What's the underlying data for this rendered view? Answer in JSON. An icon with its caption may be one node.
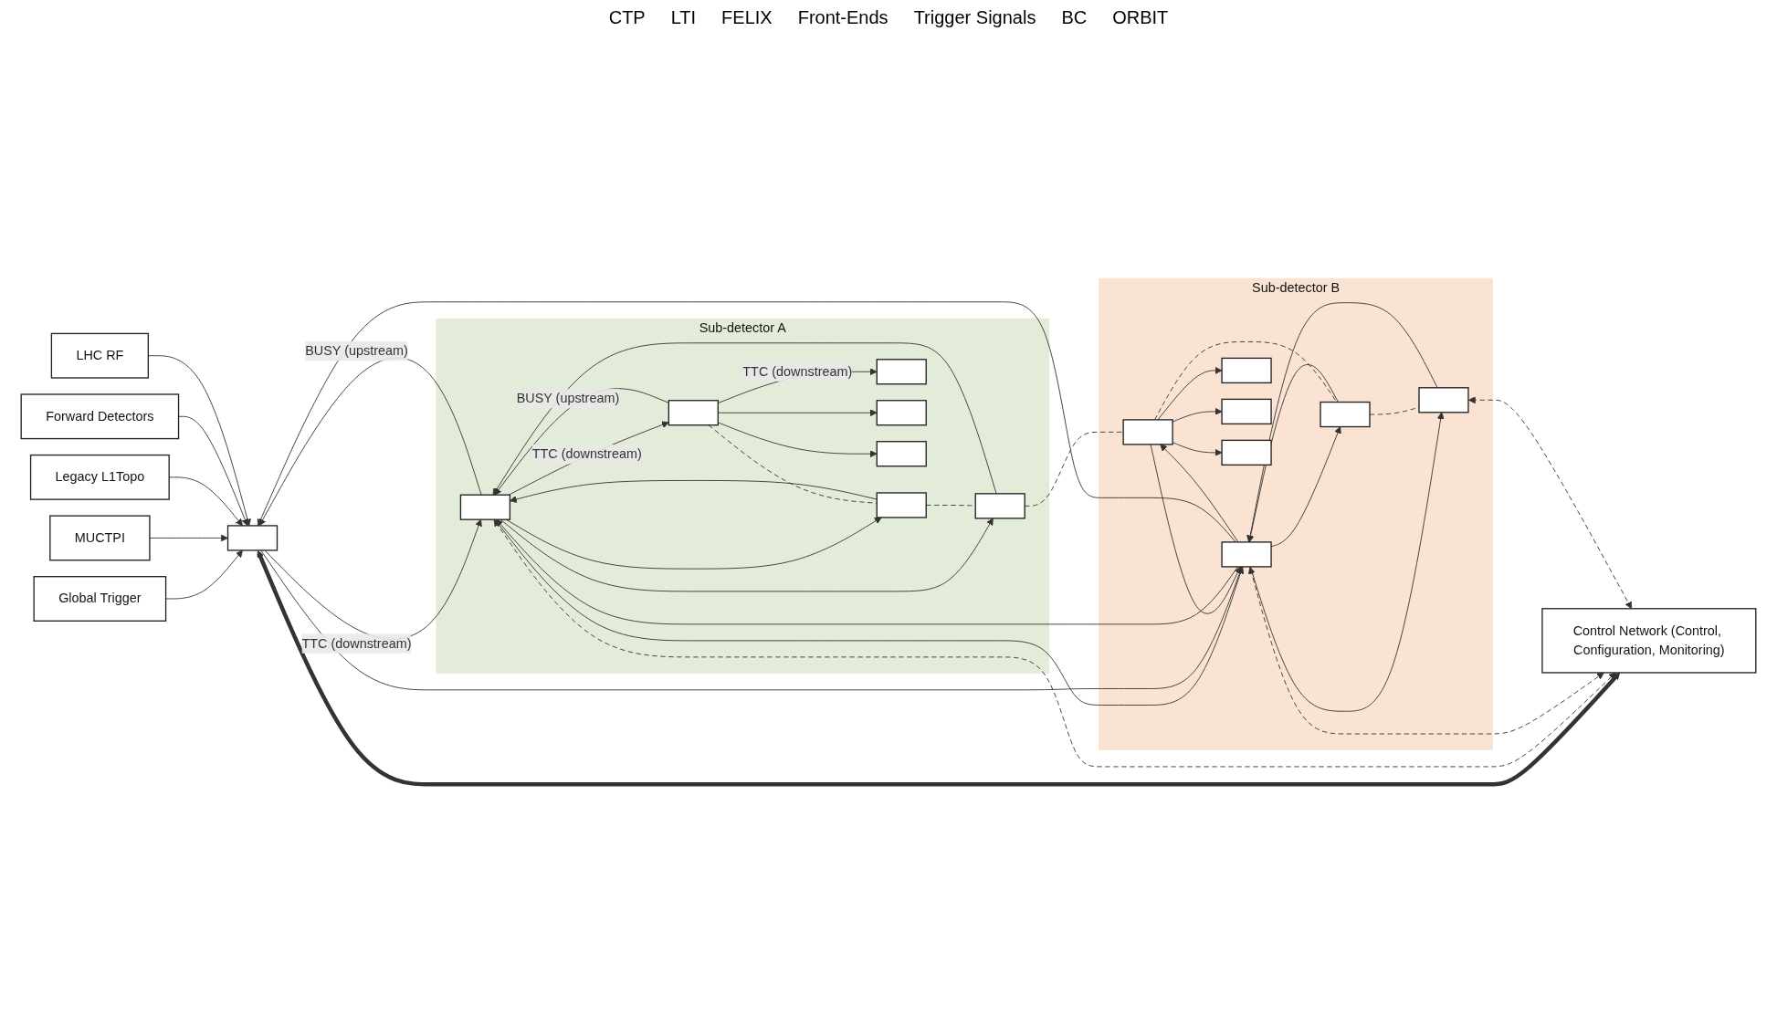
{
  "diagram": {
    "nodes": [
      {
        "text": [
          "Global Trigger"
        ]
      },
      {
        "text": [
          "MUCTPI"
        ]
      },
      {
        "text": [
          "Legacy L1Topo"
        ]
      },
      {
        "text": [
          "Forward Detectors"
        ]
      },
      {
        "text": [
          "LHC RF"
        ]
      },
      {
        "text": [],
        "shape": "box"
      },
      {
        "text": [
          "Sub-detector A"
        ]
      },
      {
        "text": [],
        "shape": "box",
        "in": 6
      },
      {
        "text": [],
        "shape": "box",
        "in": 6
      },
      {
        "text": [],
        "shape": "box",
        "in": 6
      },
      {
        "text": [],
        "shape": "box",
        "in": 6
      },
      {
        "text": [],
        "shape": "box",
        "in": 6
      },
      {
        "text": [],
        "shape": "box",
        "in": 6
      },
      {
        "text": [],
        "shape": "box",
        "in": 6
      },
      {
        "text": [
          "Sub-detector B"
        ]
      },
      {
        "text": [],
        "shape": "box",
        "in": 14
      },
      {
        "text": [],
        "shape": "box",
        "in": 14
      },
      {
        "text": [],
        "shape": "box",
        "in": 14
      },
      {
        "text": [],
        "shape": "box",
        "in": 14
      },
      {
        "text": [],
        "shape": "box",
        "in": 14
      },
      {
        "text": [],
        "shape": "box",
        "in": 14
      },
      {
        "text": [],
        "shape": "box",
        "in": 14
      },
      {
        "text": [
          "Control Network (Control, Configuration, Monitoring)"
        ]
      }
    ],
    "edges": [
      {
        "from": 0,
        "to": 5,
        "arrow": "to"
      },
      {
        "from": 1,
        "to": 5,
        "arrow": "to"
      },
      {
        "from": 2,
        "to": 5,
        "arrow": "to"
      },
      {
        "from": 3,
        "to": 5,
        "arrow": "to"
      },
      {
        "from": 4,
        "to": 5,
        "arrow": "to"
      },
      {
        "from": 5,
        "to": 7,
        "arrow": "to",
        "label": "TTC (downstream)"
      },
      {
        "from": 7,
        "to": 5,
        "arrow": "to",
        "label": "BUSY (upstream)"
      },
      {
        "from": 7,
        "to": 8,
        "arrow": "to",
        "label": "TTC (downstream)"
      },
      {
        "from": 8,
        "to": 7,
        "arrow": "to",
        "label": "BUSY (upstream)"
      },
      {
        "from": 7,
        "to": 9,
        "arrow": "to"
      },
      {
        "from": 9,
        "to": 7,
        "arrow": "to"
      },
      {
        "from": 7,
        "to": 10,
        "arrow": "to"
      },
      {
        "from": 10,
        "to": 7,
        "arrow": "to"
      },
      {
        "from": 8,
        "to": 11,
        "arrow": "to",
        "label": "TTC (downstream)"
      },
      {
        "from": 8,
        "to": 12,
        "arrow": "to"
      },
      {
        "from": 8,
        "to": 13,
        "arrow": "to"
      },
      {
        "from": 7,
        "to": 15,
        "arrow": "to"
      },
      {
        "from": 15,
        "to": 7,
        "arrow": "to"
      },
      {
        "from": 5,
        "to": 15,
        "arrow": "to"
      },
      {
        "from": 15,
        "to": 5,
        "arrow": "to"
      },
      {
        "from": 15,
        "to": 16,
        "arrow": "to"
      },
      {
        "from": 16,
        "to": 15,
        "arrow": "to"
      },
      {
        "from": 15,
        "to": 17,
        "arrow": "to"
      },
      {
        "from": 17,
        "to": 15,
        "arrow": "to"
      },
      {
        "from": 15,
        "to": 18,
        "arrow": "to"
      },
      {
        "from": 18,
        "to": 15,
        "arrow": "to"
      },
      {
        "from": 16,
        "to": 19,
        "arrow": "to"
      },
      {
        "from": 16,
        "to": 20,
        "arrow": "to"
      },
      {
        "from": 16,
        "to": 21,
        "arrow": "to"
      },
      {
        "from": 5,
        "to": 22,
        "arrow": "both",
        "style": "thick"
      },
      {
        "from": 7,
        "to": 22,
        "arrow": "both",
        "style": "dashed"
      },
      {
        "from": 15,
        "to": 22,
        "arrow": "both",
        "style": "dashed"
      },
      {
        "from": 8,
        "to": 9,
        "arrow": "none",
        "style": "dashed"
      },
      {
        "from": 9,
        "to": 10,
        "arrow": "none",
        "style": "dashed"
      },
      {
        "from": 10,
        "to": 16,
        "arrow": "none",
        "style": "dashed"
      },
      {
        "from": 16,
        "to": 17,
        "arrow": "none",
        "style": "dashed"
      },
      {
        "from": 17,
        "to": 18,
        "arrow": "none",
        "style": "dashed"
      },
      {
        "from": 18,
        "to": 22,
        "arrow": "both",
        "style": "dashed"
      }
    ],
    "labels": [
      "CTP",
      "LTI",
      "FELIX",
      "Front-Ends",
      "Trigger Signals",
      "BC",
      "ORBIT"
    ]
  }
}
